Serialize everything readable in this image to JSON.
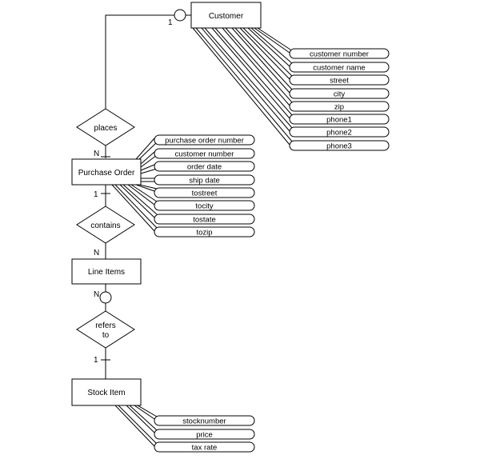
{
  "diagram": {
    "entities": {
      "customer": {
        "label": "Customer",
        "attributes": [
          "customer number",
          "customer name",
          "street",
          "city",
          "zip",
          "phone1",
          "phone2",
          "phone3"
        ]
      },
      "purchase_order": {
        "label": "Purchase Order",
        "attributes": [
          "purchase order number",
          "customer number",
          "order date",
          "ship date",
          "tostreet",
          "tocity",
          "tostate",
          "tozip"
        ]
      },
      "line_items": {
        "label": "Line Items",
        "attributes": []
      },
      "stock_item": {
        "label": "Stock Item",
        "attributes": [
          "stocknumber",
          "price",
          "tax rate"
        ]
      }
    },
    "relationships": {
      "places": {
        "line1": "places",
        "line2": ""
      },
      "contains": {
        "line1": "contains",
        "line2": ""
      },
      "refers_to": {
        "line1": "refers",
        "line2": "to"
      }
    },
    "cardinalities": {
      "places_customer": "1",
      "places_order": "N",
      "contains_order": "1",
      "contains_items": "N",
      "refers_items": "N",
      "refers_stock": "1"
    }
  }
}
